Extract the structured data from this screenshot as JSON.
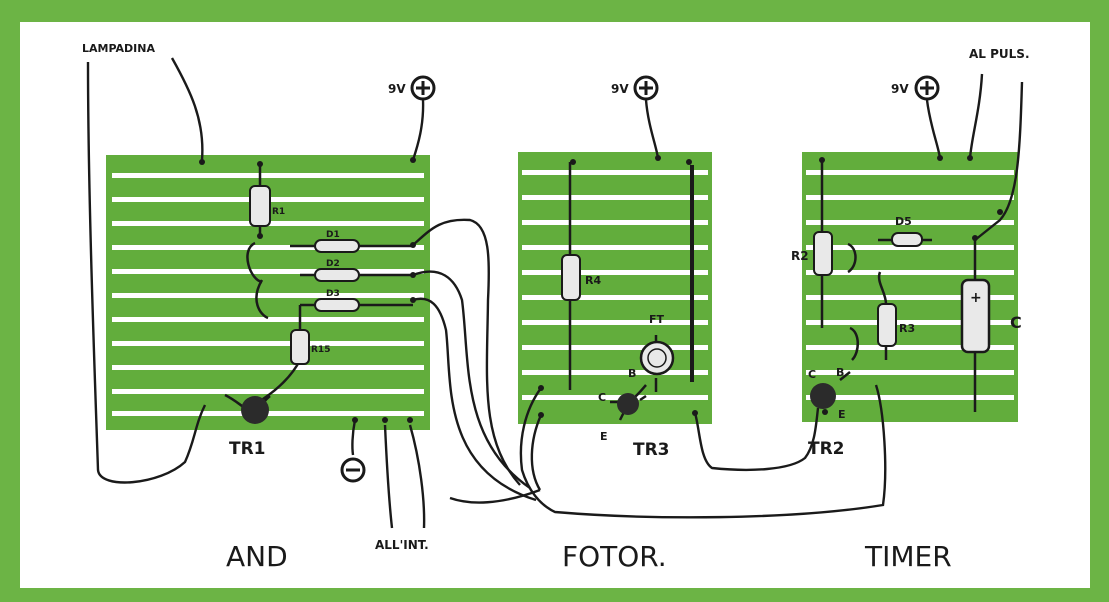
{
  "labels": {
    "lampadina": "LAMPADINA",
    "v9_and": "9V",
    "v9_fotor": "9V",
    "v9_timer": "9V",
    "al_puls": "AL PULS.",
    "tr1": "TR1",
    "tr3": "TR3",
    "tr2": "TR2",
    "all_int": "ALL'INT.",
    "and_title": "AND",
    "fotor_title": "FOTOR.",
    "timer_title": "TIMER",
    "r4": "R4",
    "ft": "FT",
    "r2": "R2",
    "r3": "R3",
    "d5": "D5",
    "c_cap": "C",
    "tr3_c": "C",
    "tr3_b": "B",
    "tr3_e": "E",
    "tr2_c": "C",
    "tr2_b": "B",
    "tr2_e": "E",
    "r1": "R1",
    "d1": "D1",
    "d2": "D2",
    "d3": "D3",
    "r_and": "R15",
    "cap_plus": "+"
  },
  "colors": {
    "frame": "#6cb445",
    "background": "#ffffff",
    "board": "#62ad3c",
    "strip_gap": "#ffffff",
    "ink": "#1a1a1a",
    "component": "#e9e9e9"
  }
}
